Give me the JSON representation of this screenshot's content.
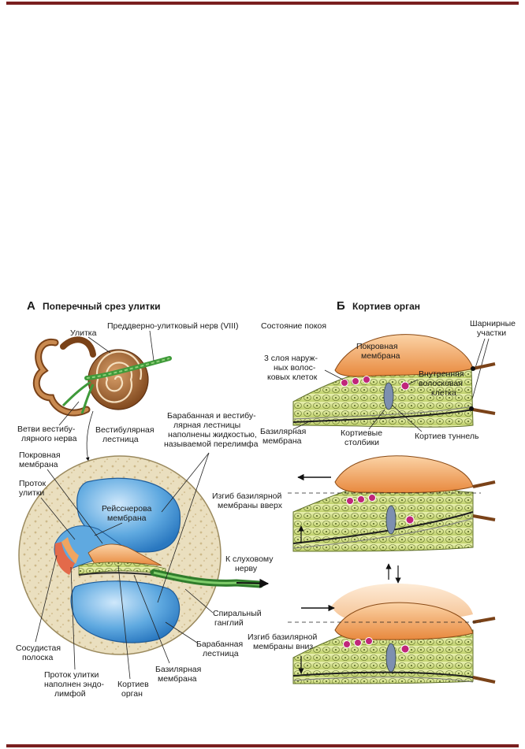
{
  "panelA": {
    "letter": "А",
    "title": "Поперечный срез улитки",
    "labels": {
      "cochlea": "Улитка",
      "nerve8": "Преддверно-улитковый нерв (VIII)",
      "vestBranch1": "Ветви вестибу-",
      "vestBranch2": "лярного нерва",
      "vestScala1": "Вестибулярная",
      "vestScala2": "лестница",
      "peri1": "Барабанная и вестибу-",
      "peri2": "лярная лестницы",
      "peri3": "наполнены жидкостью,",
      "peri4": "называемой перелимфа",
      "tect1": "Покровная",
      "tect2": "мембрана",
      "duct1": "Проток",
      "duct2": "улитки",
      "reiss1": "Рейсснерова",
      "reiss2": "мембрана",
      "toNerve1": "К слуховому",
      "toNerve2": "нерву",
      "spiral1": "Спиральный",
      "spiral2": "ганглий",
      "stria1": "Сосудистая",
      "stria2": "полоска",
      "tymp1": "Барабанная",
      "tymp2": "лестница",
      "endo1": "Проток улитки",
      "endo2": "наполнен эндо-",
      "endo3": "лимфой",
      "corti1": "Кортиев",
      "corti2": "орган",
      "basil1": "Базилярная",
      "basil2": "мембрана"
    }
  },
  "panelB": {
    "letter": "Б",
    "title": "Кортиев орган",
    "labels": {
      "rest": "Состояние покоя",
      "hinge1": "Шарнирные",
      "hinge2": "участки",
      "tect1": "Покровная",
      "tect2": "мембрана",
      "outer1": "3 слоя наруж-",
      "outer2": "ных волос-",
      "outer3": "ковых клеток",
      "inner1": "Внутренняя",
      "inner2": "волосковая",
      "inner3": "клетка",
      "basil1": "Базилярная",
      "basil2": "мембрана",
      "pillar1": "Кортиевые",
      "pillar2": "столбики",
      "tunnel": "Кортиев туннель",
      "up1": "Изгиб базилярной",
      "up2": "мембраны вверх",
      "down1": "Изгиб базилярной",
      "down2": "мембраны вниз"
    }
  },
  "colors": {
    "rule": "#7a1f1f",
    "bone": "#eadfbf",
    "scala": "#5fa9e0",
    "tectorial": "#f0a560",
    "tissue": "#d4e28a",
    "nerve": "#3f9a3a",
    "cochleaShell": "#9a5a2a",
    "hairCell": "#c0267a"
  }
}
